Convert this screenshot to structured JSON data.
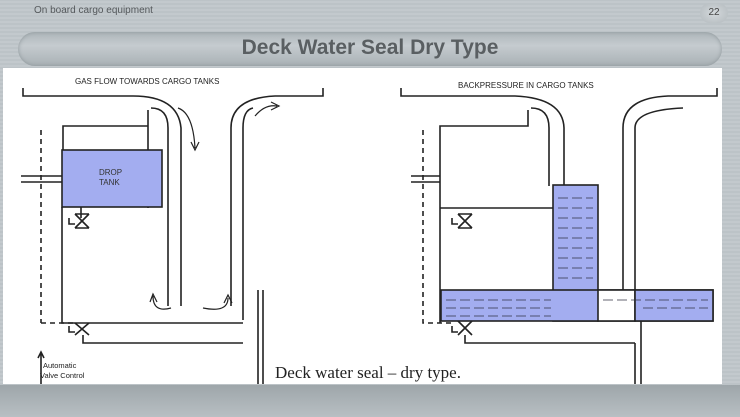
{
  "header": {
    "section": "On board cargo equipment",
    "page_number": "22",
    "title": "Deck Water Seal Dry Type"
  },
  "diagram": {
    "left_heading": "GAS FLOW TOWARDS CARGO TANKS",
    "right_heading": "BACKPRESSURE IN CARGO TANKS",
    "drop_tank_label_1": "DROP",
    "drop_tank_label_2": "TANK",
    "valve_label_1": "Automatic",
    "valve_label_2": "Valve Control",
    "caption": "Deck water seal – dry type.",
    "water_color": "#a3adf0"
  }
}
